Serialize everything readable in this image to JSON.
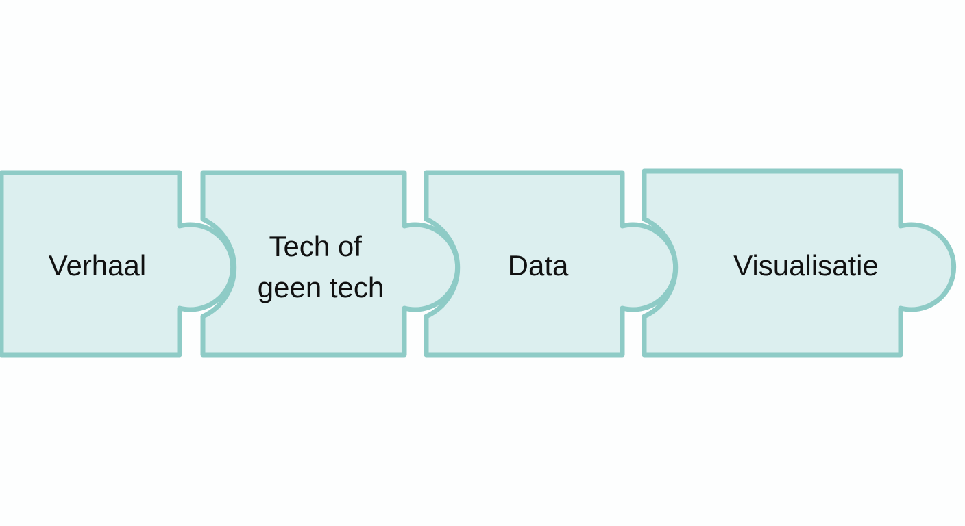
{
  "diagram": {
    "colors": {
      "fill": "#dcefef",
      "stroke": "#8ecbc6",
      "text": "#111111",
      "background": "#fdfefe"
    },
    "pieces": [
      {
        "lines": [
          "Verhaal"
        ]
      },
      {
        "lines": [
          "Tech of",
          "geen tech"
        ]
      },
      {
        "lines": [
          "Data"
        ]
      },
      {
        "lines": [
          "Visualisatie"
        ]
      }
    ]
  }
}
